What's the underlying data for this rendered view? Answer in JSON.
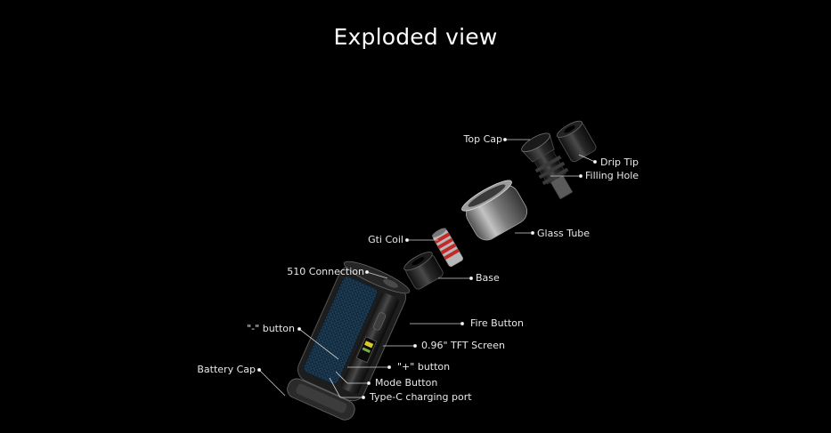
{
  "title": "Exploded view",
  "colors": {
    "background": "#000000",
    "text": "#ffffff",
    "leader": "#cfcfcf"
  },
  "labels": {
    "top_cap": "Top Cap",
    "drip_tip": "Drip Tip",
    "filling_hole": "Filling Hole",
    "glass_tube": "Glass Tube",
    "gti_coil": "Gti Coil",
    "base": "Base",
    "connection_510": "510 Connection",
    "fire_button": "Fire Button",
    "minus_button": "\"-\" button",
    "tft_screen": "0.96\" TFT Screen",
    "battery_cap": "Battery Cap",
    "plus_button": "\"+\" button",
    "mode_button": "Mode Button",
    "type_c_port": "Type-C charging port"
  }
}
